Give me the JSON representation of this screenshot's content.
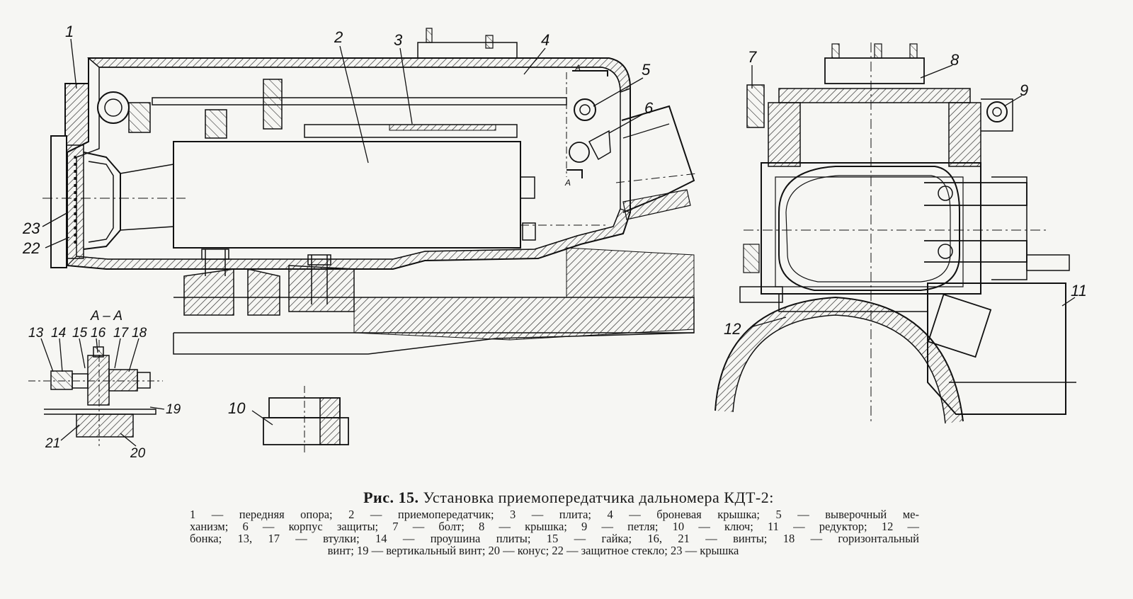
{
  "figure": {
    "label": "Рис. 15.",
    "title": "Установка приемопередатчика дальномера КДТ-2:",
    "legend_lines": [
      "1 — передняя опора; 2 — приемопередатчик; 3 — плита; 4 — броневая крышка; 5 — выверочный ме-",
      "ханизм; 6 — корпус защиты; 7 — болт; 8 — крышка; 9 — петля; 10 — ключ; 11 — редуктор; 12 —",
      "бонка; 13, 17 — втулки; 14 — проушина плиты; 15 — гайка; 16, 21 — винты; 18 — горизонтальный",
      "винт; 19 — вертикальный винт; 20 — конус; 22 — защитное стекло; 23 — крышка"
    ]
  },
  "callouts": {
    "n1": "1",
    "n2": "2",
    "n3": "3",
    "n4": "4",
    "n5": "5",
    "n6": "6",
    "n7": "7",
    "n8": "8",
    "n9": "9",
    "n10": "10",
    "n11": "11",
    "n12": "12",
    "n13": "13",
    "n14": "14",
    "n15": "15",
    "n16": "16",
    "n17": "17",
    "n18": "18",
    "n19": "19",
    "n20": "20",
    "n21": "21",
    "n22": "22",
    "n23": "23"
  },
  "section_labels": {
    "aa": "A – A",
    "a_top": "A",
    "a_side": "A"
  }
}
